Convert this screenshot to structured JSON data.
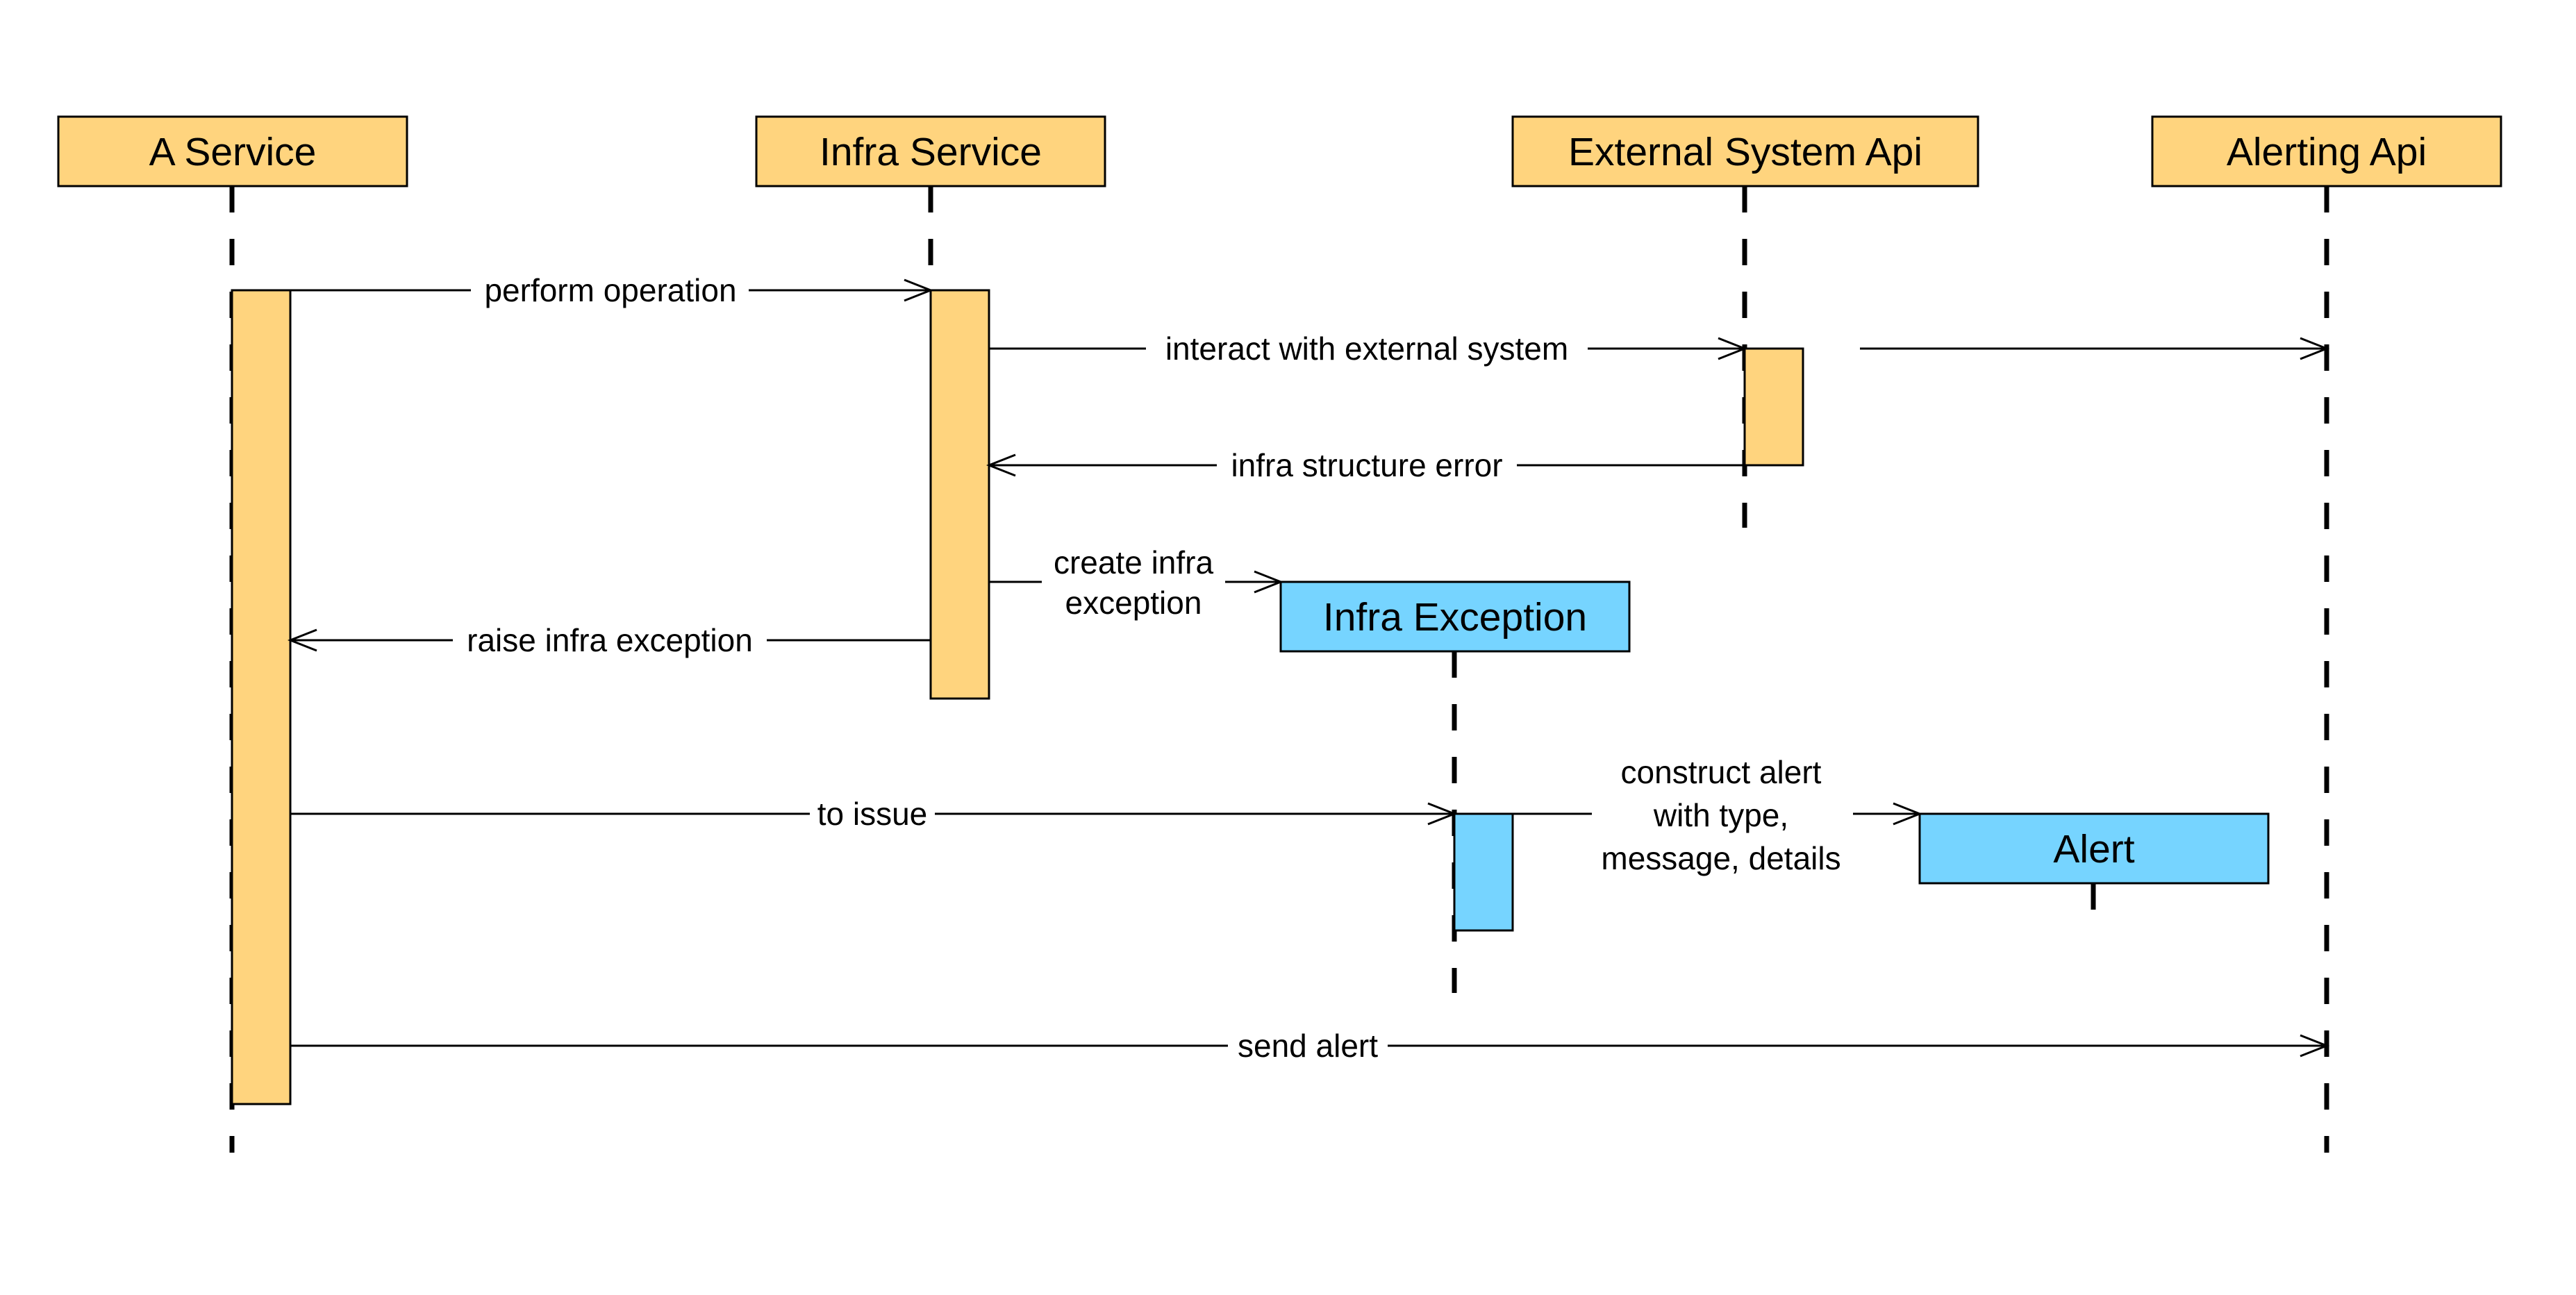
{
  "participants": {
    "a_service": "A Service",
    "infra_service": "Infra Service",
    "external_api": "External System Api",
    "alerting_api": "Alerting Api",
    "infra_exception": "Infra Exception",
    "alert": "Alert"
  },
  "messages": {
    "perform_operation": "perform operation",
    "interact_external": "interact with external system",
    "infra_error": "infra structure error",
    "create_exception_line1": "create infra",
    "create_exception_line2": "exception",
    "raise_exception": "raise infra exception",
    "to_issue": "to issue",
    "construct_alert_line1": "construct alert",
    "construct_alert_line2": "with type,",
    "construct_alert_line3": "message, details",
    "send_alert": "send alert"
  },
  "colors": {
    "participant_fill": "#FFD47E",
    "created_object_fill": "#76D4FF",
    "line": "#000000"
  }
}
